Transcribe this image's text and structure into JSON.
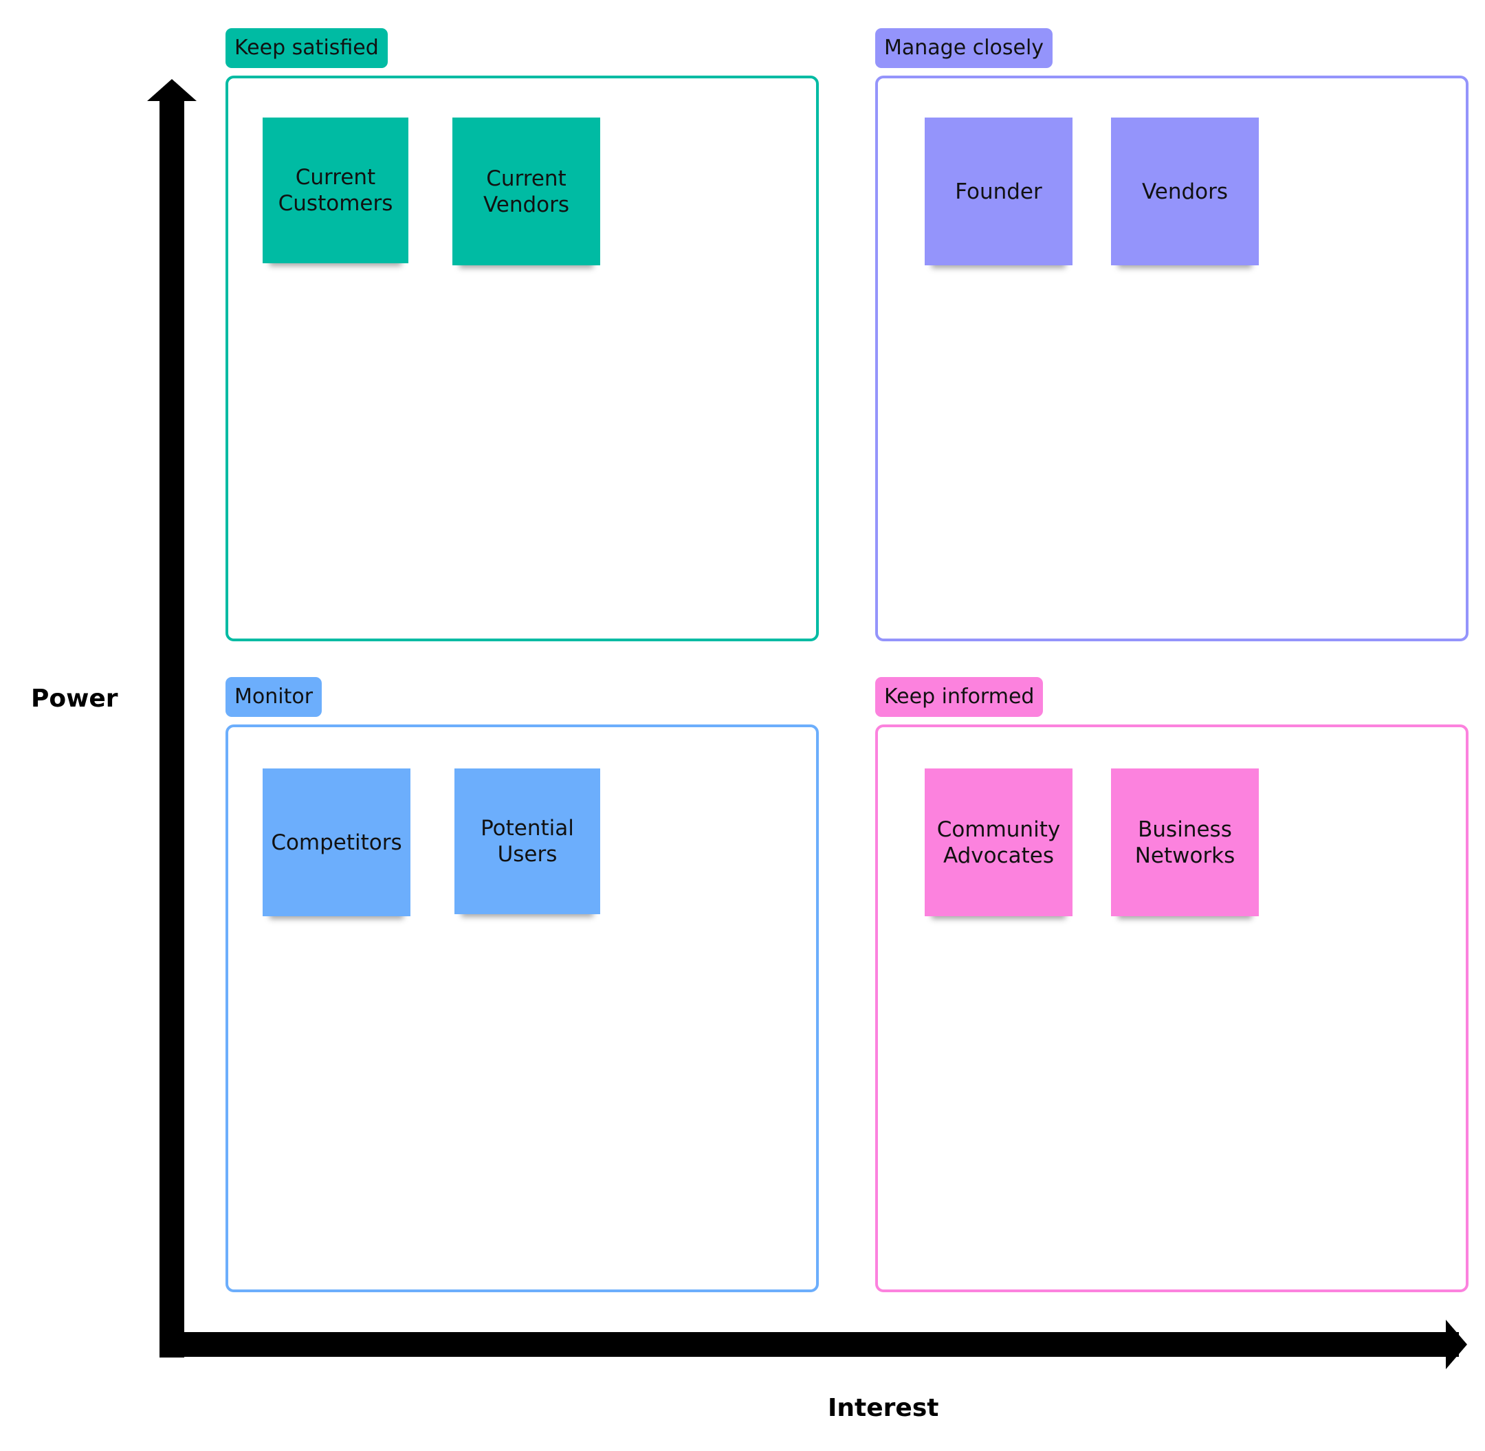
{
  "axes": {
    "y_label": "Power",
    "x_label": "Interest"
  },
  "quadrants": {
    "keep_satisfied": {
      "tag": "Keep satisfied",
      "color": "#00BBA3",
      "notes": [
        {
          "line1": "Current",
          "line2": "Customers"
        },
        {
          "line1": "Current",
          "line2": "Vendors"
        }
      ]
    },
    "manage_closely": {
      "tag": "Manage closely",
      "color": "#9494FB",
      "notes": [
        {
          "line1": "Founder",
          "line2": ""
        },
        {
          "line1": "Vendors",
          "line2": ""
        }
      ]
    },
    "monitor": {
      "tag": "Monitor",
      "color": "#6CAEFC",
      "notes": [
        {
          "line1": "Competitors",
          "line2": ""
        },
        {
          "line1": "Potential",
          "line2": "Users"
        }
      ]
    },
    "keep_informed": {
      "tag": "Keep informed",
      "color": "#FC82DE",
      "notes": [
        {
          "line1": "Community",
          "line2": "Advocates"
        },
        {
          "line1": "Business",
          "line2": "Networks"
        }
      ]
    }
  }
}
